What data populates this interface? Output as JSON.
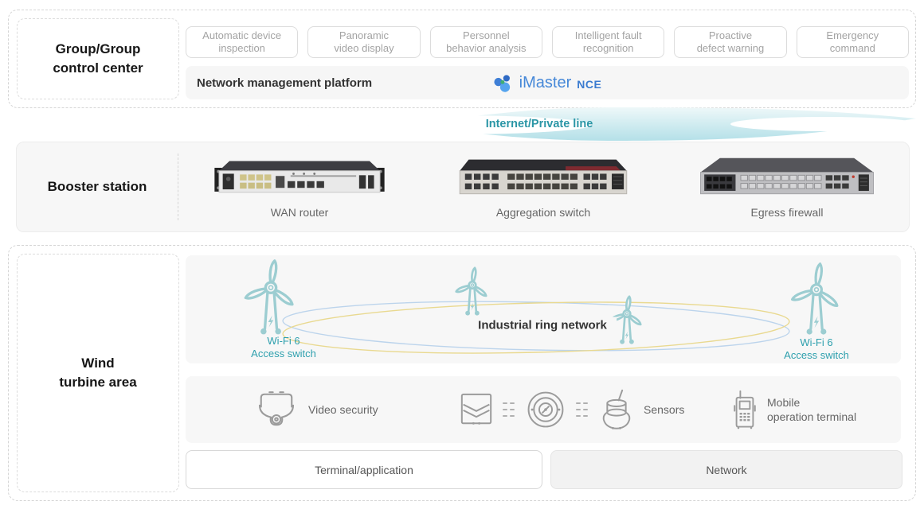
{
  "control_center": {
    "label": "Group/Group\ncontrol center",
    "apps": [
      "Automatic device\ninspection",
      "Panoramic\nvideo display",
      "Personnel\nbehavior analysis",
      "Intelligent fault\nrecognition",
      "Proactive\ndefect warning",
      "Emergency\ncommand"
    ],
    "platform_label": "Network management platform",
    "platform_logo": {
      "name": "iMaster NCE",
      "icon": "imaster-nce-pinwheel-icon",
      "text_main": "iMaster",
      "text_sub": "NCE"
    }
  },
  "link": {
    "label": "Internet/Private line",
    "color": "#2b96a6"
  },
  "booster": {
    "label": "Booster station",
    "devices": [
      {
        "label": "WAN router",
        "icon": "wan-router-image"
      },
      {
        "label": "Aggregation switch",
        "icon": "aggregation-switch-image"
      },
      {
        "label": "Egress firewall",
        "icon": "egress-firewall-image"
      }
    ]
  },
  "wind_area": {
    "label": "Wind\nturbine area",
    "ring": {
      "title": "Industrial ring network",
      "access_switch_left": "Wi-Fi 6\nAccess switch",
      "access_switch_right": "Wi-Fi 6\nAccess switch",
      "turbine_icon": "wind-turbine-icon",
      "ring_colors": {
        "blue": "#bcd4ec",
        "yellow": "#e9d990"
      }
    },
    "terminals": [
      {
        "label": "Video security",
        "icon": "dome-camera-icon"
      },
      {
        "label": "Sensors",
        "icon": "sensor-set-icon"
      },
      {
        "label": "Mobile\noperation terminal",
        "icon": "walkie-talkie-icon"
      }
    ],
    "layers": [
      {
        "label": "Terminal/application"
      },
      {
        "label": "Network"
      }
    ]
  },
  "colors": {
    "accent_teal": "#2b96a6",
    "turbine_teal": "#9ccdd1",
    "imaster_blue": "#4688d8",
    "panel_gray": "#f7f7f7"
  }
}
